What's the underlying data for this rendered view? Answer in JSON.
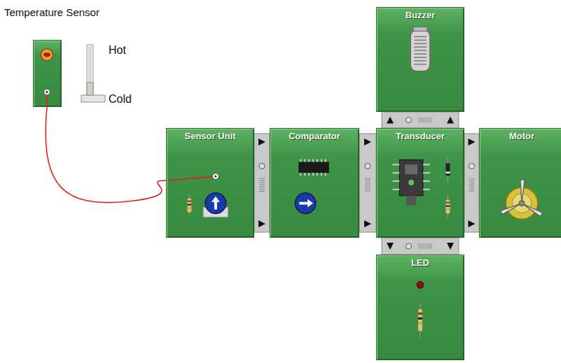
{
  "diagram": {
    "nodes": [
      {
        "text": [
          "Temperature Sensor"
        ]
      },
      {
        "text": [
          "Buzzer"
        ]
      },
      {
        "text": [
          "Sensor Unit"
        ]
      },
      {
        "text": [
          "Comparator"
        ]
      },
      {
        "text": [
          "Transducer"
        ]
      },
      {
        "text": [
          "Motor"
        ]
      },
      {
        "text": [
          "LED"
        ]
      }
    ],
    "edges": [
      {
        "from": 0,
        "to": 2,
        "arrow": "none"
      },
      {
        "from": 2,
        "to": 3,
        "arrow": "to"
      },
      {
        "from": 3,
        "to": 4,
        "arrow": "to"
      },
      {
        "from": 4,
        "to": 5,
        "arrow": "to"
      },
      {
        "from": 4,
        "to": 1,
        "arrow": "to"
      },
      {
        "from": 4,
        "to": 6,
        "arrow": "to"
      }
    ],
    "labels": [
      "Hot",
      "Cold"
    ]
  }
}
